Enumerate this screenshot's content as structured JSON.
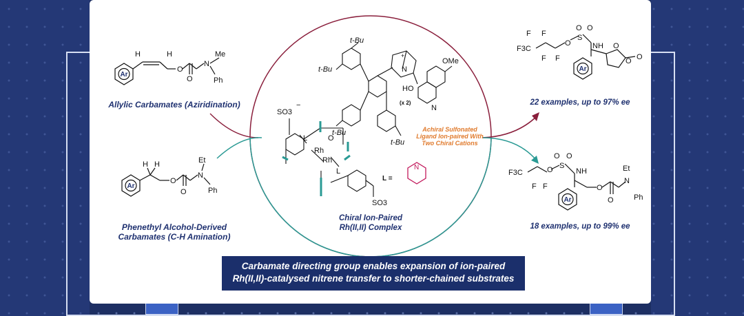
{
  "left_top": {
    "label": "Allylic Carbamates (Aziridination)",
    "atoms": {
      "h1": "H",
      "h2": "H",
      "me": "Me",
      "n": "N",
      "ph": "Ph",
      "o1": "O",
      "o2": "O",
      "ar": "Ar"
    }
  },
  "left_bottom": {
    "label_line1": "Phenethyl Alcohol-Derived",
    "label_line2": "Carbamates (C-H Amination)",
    "atoms": {
      "h1": "H",
      "h2": "H",
      "et": "Et",
      "n": "N",
      "ph": "Ph",
      "o1": "O",
      "o2": "O",
      "ar": "Ar"
    }
  },
  "center": {
    "label_line1": "Chiral Ion-Paired",
    "label_line2": "Rh(II,II) Complex",
    "note_line1": "Achiral Sulfonated",
    "note_line2": "Ligand Ion-paired With",
    "note_line3": "Two Chiral Cations",
    "multiplier": "(x 2)",
    "atoms": {
      "tbu1": "t-Bu",
      "tbu2": "t-Bu",
      "tbu3": "t-Bu",
      "tbu4": "t-Bu",
      "ome": "OMe",
      "n_quin": "N",
      "n_plus": "N",
      "plus": "+",
      "ho": "HO",
      "so3_top": "SO3",
      "so3_bottom": "SO3",
      "minus": "−",
      "rh1": "Rh",
      "rh2": "Rh",
      "l1": "L",
      "l2": "L",
      "l_eq": "L =",
      "pyr_n": "N",
      "o": "O"
    }
  },
  "right_top": {
    "label": "22 examples, up to 97% ee",
    "atoms": {
      "f1": "F",
      "f2": "F",
      "f3": "F",
      "f4": "F",
      "f3c": "F3C",
      "o1": "O",
      "o2": "O",
      "o3": "O",
      "s": "S",
      "nh": "NH",
      "ar": "Ar",
      "oc1": "O",
      "oc2": "O",
      "oc3": "O"
    }
  },
  "right_bottom": {
    "label": "18 examples, up to 99% ee",
    "atoms": {
      "f3c": "F3C",
      "f1": "F",
      "f2": "F",
      "o1": "O",
      "o2": "O",
      "o3": "O",
      "s": "S",
      "nh": "NH",
      "ar": "Ar",
      "et": "Et",
      "n": "N",
      "ph": "Ph",
      "oc1": "O",
      "oc2": "O"
    }
  },
  "caption": {
    "line1": "Carbamate directing group enables expansion of ion-paired",
    "line2": "Rh(II,II)-catalysed nitrene transfer to shorter-chained substrates"
  },
  "colors": {
    "navy": "#1d2f63",
    "maroon": "#8a1f3c",
    "teal": "#2a9a94",
    "label": "#1f3170",
    "orange": "#e07a2c",
    "pyridine": "#c2185b"
  }
}
